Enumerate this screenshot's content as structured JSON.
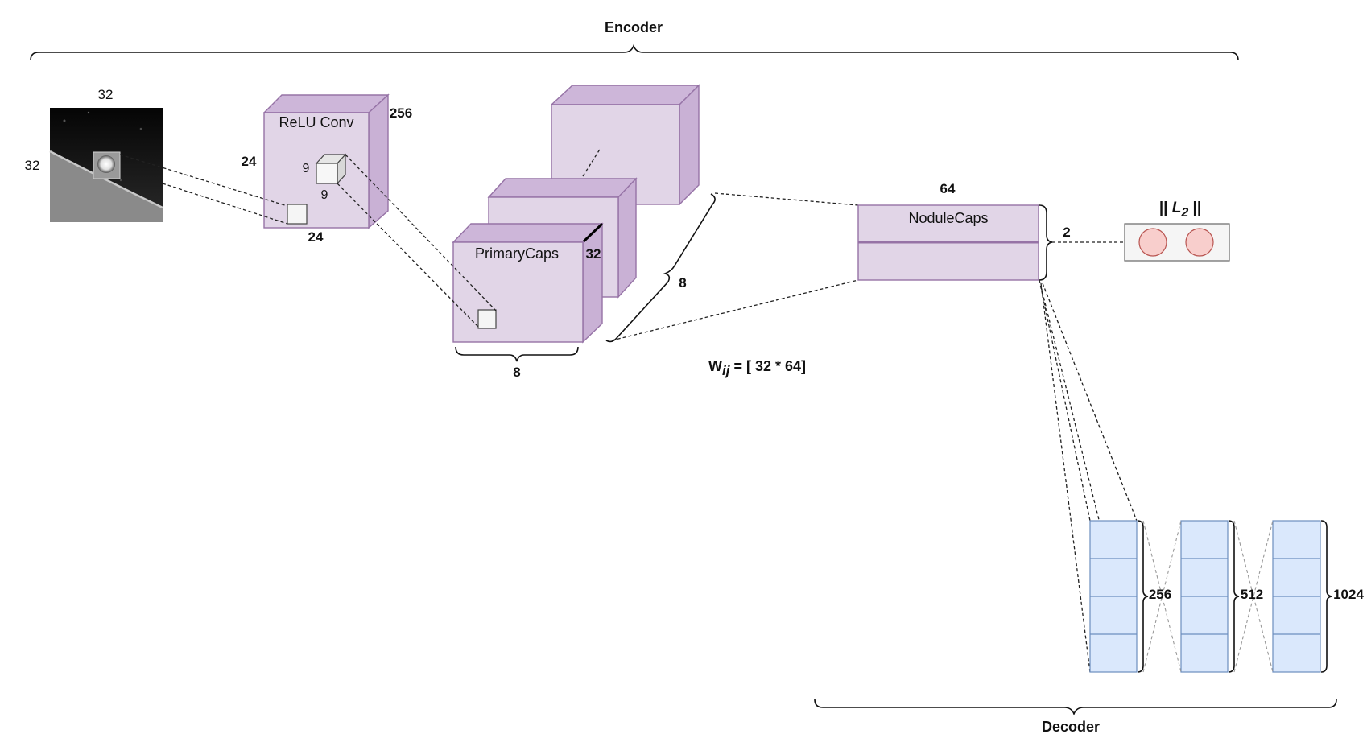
{
  "encoder_label": "Encoder",
  "decoder_label": "Decoder",
  "input_image": {
    "width_label": "32",
    "height_label": "32"
  },
  "relu_conv": {
    "title": "ReLU Conv",
    "depth_label": "256",
    "height_label": "24",
    "width_label": "24",
    "kernel_w_label": "9",
    "kernel_h_label": "9"
  },
  "primary_caps": {
    "title": "PrimaryCaps",
    "depth_label": "32",
    "width_label": "8",
    "stack_label": "8"
  },
  "weight_label": {
    "prefix": "W",
    "subscript": "ij",
    "suffix": " = [ 32 * 64]"
  },
  "nodule_caps": {
    "title": "NoduleCaps",
    "width_label": "64",
    "count_label": "2"
  },
  "l2_norm": {
    "left": "|| ",
    "symbol": "L",
    "subscript": "2",
    "right": " ||"
  },
  "decoder_layers": [
    {
      "label": "256"
    },
    {
      "label": "512"
    },
    {
      "label": "1024"
    }
  ],
  "colors": {
    "capsule_fill": "#e1d5e7",
    "capsule_stroke": "#9673a6",
    "decoder_fill": "#dae8fc",
    "decoder_stroke": "#6c8ebf",
    "output_circle": "#f8cecc",
    "output_circle_stroke": "#b85450"
  }
}
